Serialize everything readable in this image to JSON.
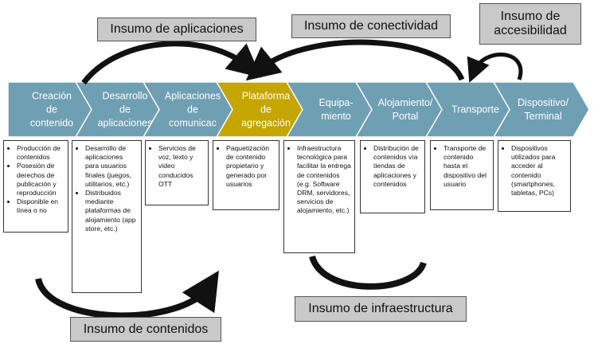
{
  "labels": {
    "apps": "Insumo de aplicaciones",
    "connectivity": "Insumo de conectividad",
    "accessibility_line1": "Insumo de",
    "accessibility_line2": "accesibilidad",
    "infrastructure": "Insumo de infraestructura",
    "content": "Insumo de contenidos"
  },
  "stages": [
    {
      "lines": [
        "Creación",
        "de",
        "contenido"
      ],
      "color": "#6f9fb3"
    },
    {
      "lines": [
        "Desarrollo",
        "de",
        "aplicaciones"
      ],
      "color": "#6f9fb3"
    },
    {
      "lines": [
        "Aplicaciones",
        "de",
        "comunicac"
      ],
      "color": "#6f9fb3"
    },
    {
      "lines": [
        "Plataforma",
        "de",
        "agregación"
      ],
      "color": "#c5a500"
    },
    {
      "lines": [
        "Equipa-",
        "miento"
      ],
      "color": "#6f9fb3"
    },
    {
      "lines": [
        "Alojamiento/",
        "Portal"
      ],
      "color": "#6f9fb3"
    },
    {
      "lines": [
        "Transporte"
      ],
      "color": "#6f9fb3"
    },
    {
      "lines": [
        "Dispositivo/",
        "Terminal"
      ],
      "color": "#6f9fb3"
    }
  ],
  "boxes": [
    [
      "Producción de contenidos",
      "Posesión de derechos de publicación y reproducción",
      "Disponible en línea o no"
    ],
    [
      "Desarrollo de aplicaciones para usuarios finales (juegos, utilitarios, etc.)",
      "Distribuidos mediante plataformas de alojamiento (app store, etc.)"
    ],
    [
      "Servicios de voz, texto y video conducidos OTT"
    ],
    [
      "Paquetización de contenido propietario y generado por usuarios"
    ],
    [
      "Infraestructura tecnológica para facilitar la entrega de contenidos (e.g. Software DRM, servidores, servicios de alojamiento, etc.)"
    ],
    [
      "Distribución de contenidos vía tiendas de aplicaciones y contenidos"
    ],
    [
      "Transporte de contenido hasta el dispositivo del usuario"
    ],
    [
      "Dispositivos utilizados para acceder al contenido (smartphones, tabletas, PCs)"
    ]
  ],
  "colors": {
    "chevron_blue": "#6f9fb3",
    "chevron_gold": "#c5a500",
    "label_gray": "#c9c9c9",
    "arrow": "#111111"
  }
}
